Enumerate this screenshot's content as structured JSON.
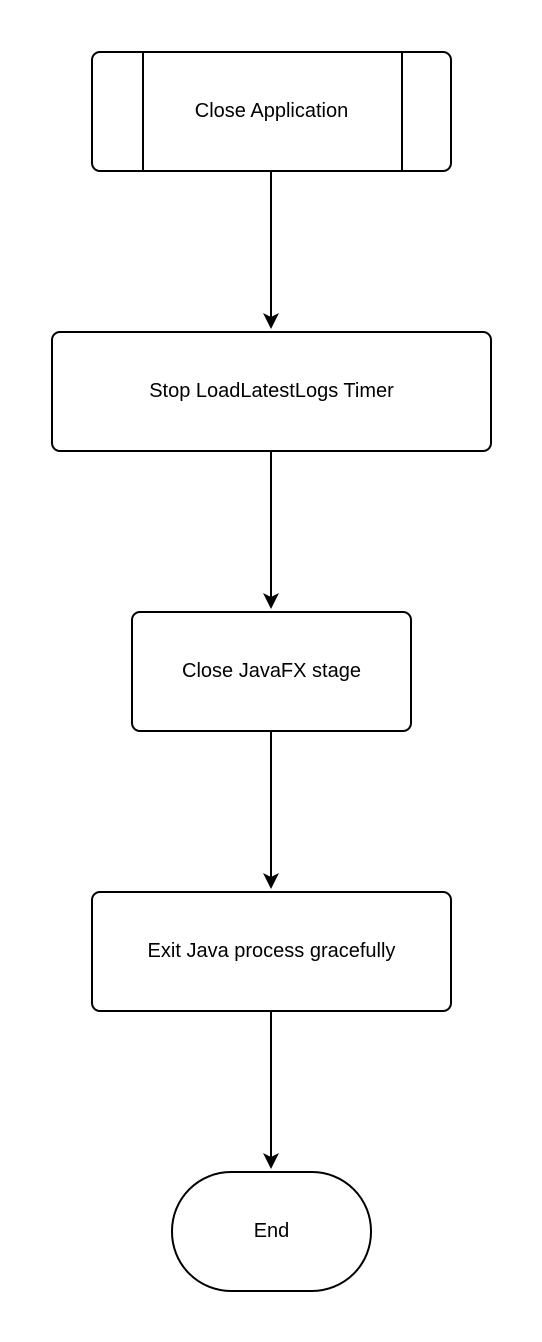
{
  "diagram": {
    "nodes": [
      {
        "id": "close-application",
        "shape": "subprocess",
        "label": "Close Application"
      },
      {
        "id": "stop-timer",
        "shape": "process",
        "label": "Stop LoadLatestLogs Timer"
      },
      {
        "id": "close-stage",
        "shape": "process",
        "label": "Close JavaFX stage"
      },
      {
        "id": "exit-process",
        "shape": "process",
        "label": "Exit Java process gracefully"
      },
      {
        "id": "end",
        "shape": "terminator",
        "label": "End"
      }
    ],
    "edges": [
      {
        "from": "close-application",
        "to": "stop-timer"
      },
      {
        "from": "stop-timer",
        "to": "close-stage"
      },
      {
        "from": "close-stage",
        "to": "exit-process"
      },
      {
        "from": "exit-process",
        "to": "end"
      }
    ],
    "stroke_color": "#000000",
    "fill_color": "#ffffff"
  }
}
